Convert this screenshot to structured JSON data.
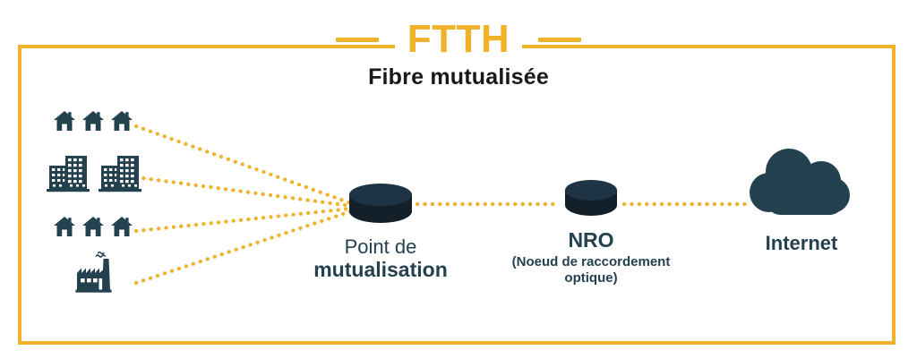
{
  "colors": {
    "gold": "#EFB22A",
    "dark_navy": "#24414F",
    "cylinder_top": "#1E3344",
    "cylinder_body": "#132029",
    "title_black": "#16181A",
    "background": "#FFFFFF"
  },
  "header": {
    "title": "FTTH",
    "subtitle": "Fibre mutualisée",
    "left_rule": "decorative-rule",
    "right_rule": "decorative-rule"
  },
  "endpoints": [
    {
      "name": "houses-top",
      "icon": "house-icon",
      "count": 3,
      "label": ""
    },
    {
      "name": "buildings",
      "icon": "building-icon",
      "count": 2,
      "label": ""
    },
    {
      "name": "houses-bottom",
      "icon": "house-icon",
      "count": 3,
      "label": ""
    },
    {
      "name": "factory",
      "icon": "factory-icon",
      "count": 1,
      "label": ""
    }
  ],
  "nodes": {
    "mutualisation": {
      "icon": "cylinder-icon",
      "label_line1": "Point de",
      "label_line2": "mutualisation"
    },
    "nro": {
      "icon": "cylinder-icon",
      "label": "NRO",
      "sub_line1": "(Noeud de raccordement",
      "sub_line2": "optique)"
    },
    "internet": {
      "icon": "cloud-icon",
      "label": "Internet"
    }
  },
  "links": {
    "style": "dotted",
    "color": "#EFB22A",
    "description": "four converging dotted links from endpoints to mutualisation point, then mutualisation to NRO, NRO to Internet"
  }
}
